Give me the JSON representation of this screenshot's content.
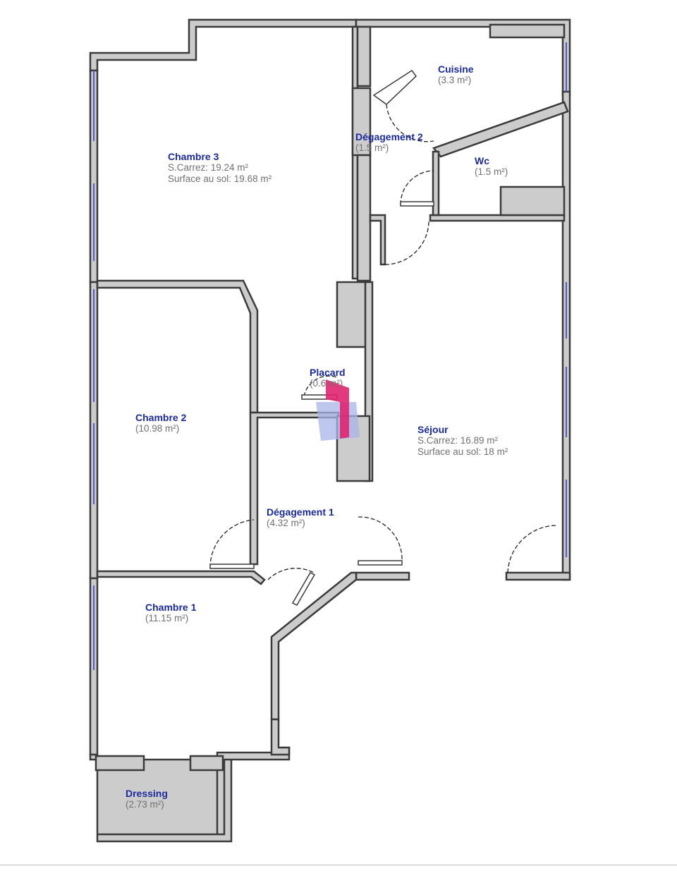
{
  "rooms": {
    "chambre3": {
      "name": "Chambre 3",
      "carrez": "S.Carrez: 19.24 m²",
      "sol": "Surface au sol: 19.68 m²"
    },
    "chambre2": {
      "name": "Chambre 2",
      "area": "(10.98 m²)"
    },
    "chambre1": {
      "name": "Chambre 1",
      "area": "(11.15 m²)"
    },
    "dressing": {
      "name": "Dressing",
      "area": "(2.73 m²)"
    },
    "cuisine": {
      "name": "Cuisine",
      "area": "(3.3 m²)"
    },
    "degagement2": {
      "name": "Dégagement 2",
      "area": "(1.5 m²)"
    },
    "wc": {
      "name": "Wc",
      "area": "(1.5 m²)"
    },
    "placard": {
      "name": "Placard",
      "area": "(0.6 m²)"
    },
    "sejour": {
      "name": "Séjour",
      "carrez": "S.Carrez: 16.89 m²",
      "sol": "Surface au sol: 18 m²"
    },
    "degagement1": {
      "name": "Dégagement 1",
      "area": "(4.32 m²)"
    }
  },
  "colors": {
    "wall_fill": "#cccccc",
    "wall_stroke": "#3a3a3a",
    "window": "#4a5ad0",
    "label": "#1a2a9c",
    "area_text": "#707070",
    "logo_pink": "#e0246f",
    "logo_blue": "#a8b4e8"
  }
}
